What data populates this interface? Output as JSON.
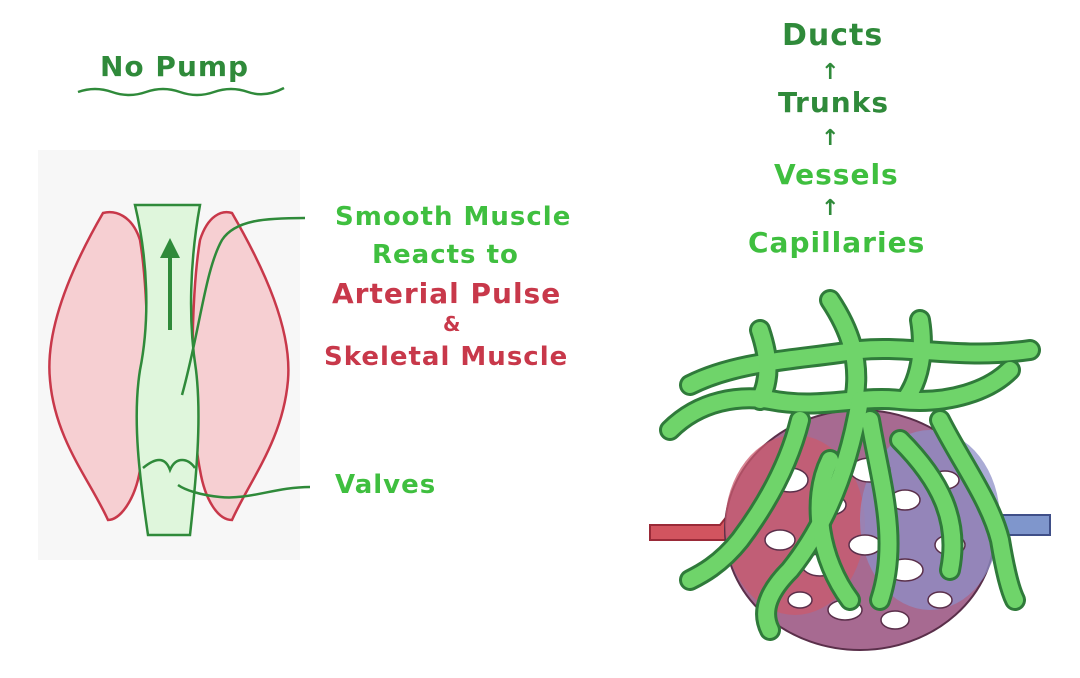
{
  "title": "No Pump",
  "labels": {
    "smooth_muscle": "Smooth Muscle",
    "reacts_to": "Reacts to",
    "arterial_pulse": "Arterial Pulse",
    "ampersand": "&",
    "skeletal_muscle": "Skeletal Muscle",
    "valves": "Valves"
  },
  "hierarchy": [
    "Ducts",
    "Trunks",
    "Vessels",
    "Capillaries"
  ],
  "hierarchy_arrow_icon": "up-arrow",
  "colors": {
    "lymph_green": "#6fd46a",
    "dark_green": "#2f8a3a",
    "label_green": "#3fbf3f",
    "muscle_red": "#c8384a",
    "muscle_fill": "#f6cfd2",
    "artery_red": "#d2545f",
    "vein_blue": "#7f96cc"
  }
}
